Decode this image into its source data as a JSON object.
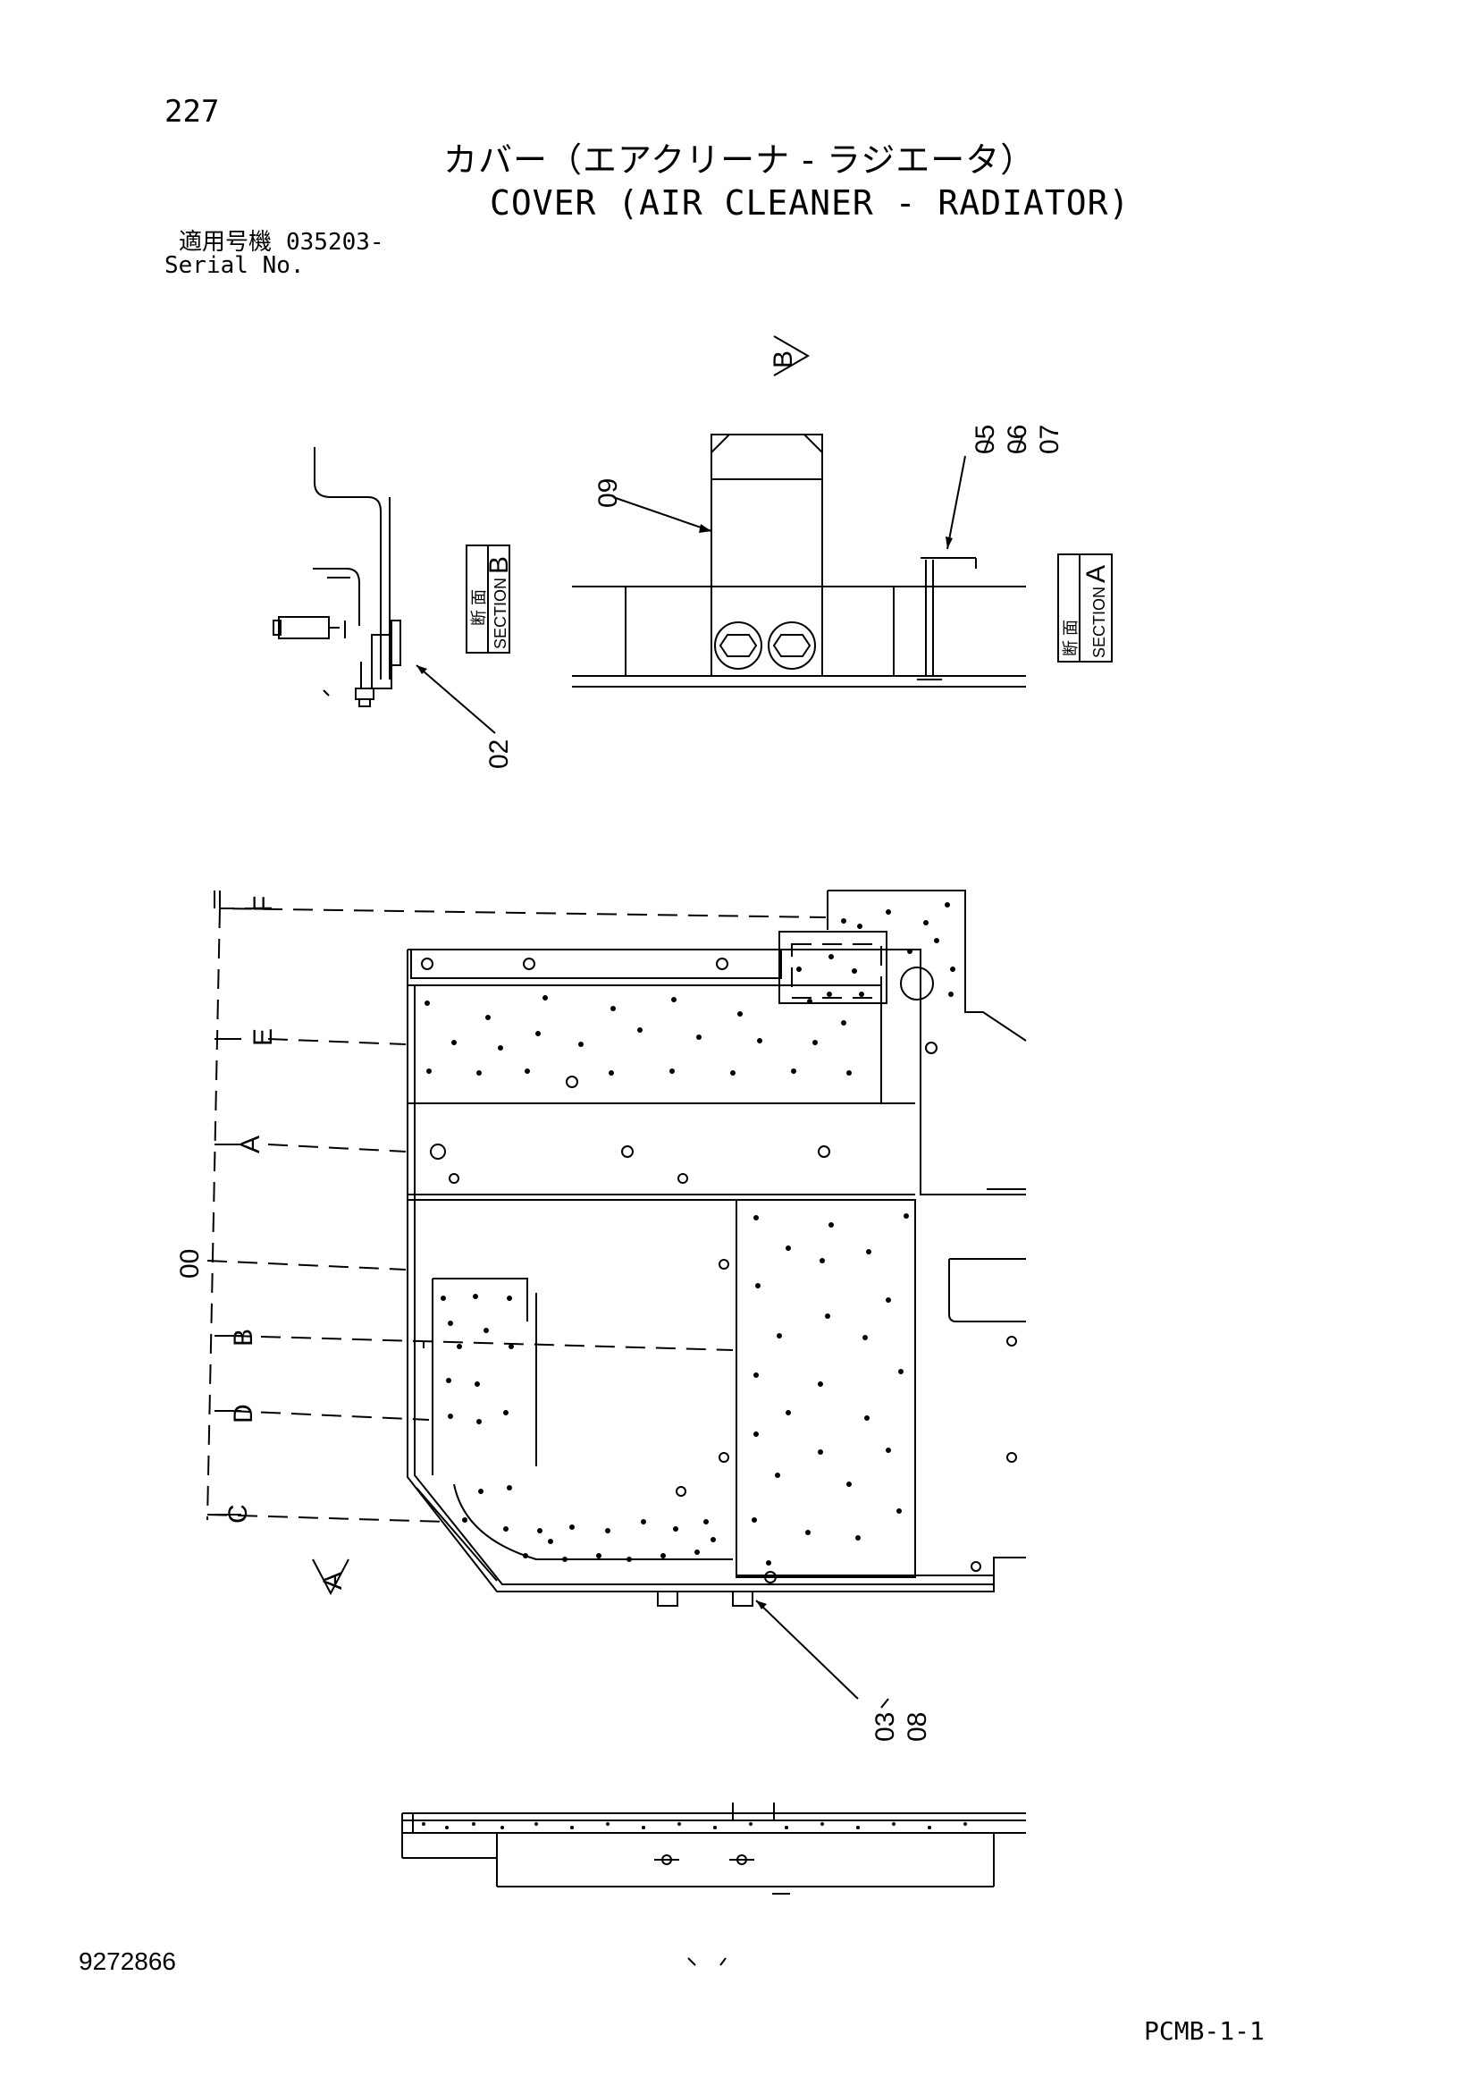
{
  "header": {
    "page_number": "227",
    "title_jp": "カバー（エアクリーナ - ラジエータ）",
    "title_en": "COVER (AIR CLEANER - RADIATOR)",
    "serial_label_jp": "適用号機",
    "serial_label_en": "Serial No.",
    "serial_value": "035203-"
  },
  "sections": {
    "section_b": {
      "kanji": "断 面",
      "word": "SECTION",
      "letter": "B"
    },
    "section_a": {
      "kanji": "断 面",
      "word": "SECTION",
      "letter": "A"
    },
    "view_b_marker": "B",
    "view_a_marker": "A"
  },
  "callouts": {
    "p02": "02",
    "p09": "09",
    "p05": "05",
    "p06": "06",
    "p07": "07",
    "p00": "00",
    "p03": "03",
    "p08": "08"
  },
  "letters": [
    "F",
    "E",
    "A",
    "B",
    "D",
    "C"
  ],
  "footer": {
    "document_number": "9272866",
    "code": "PCMB-1-1"
  }
}
